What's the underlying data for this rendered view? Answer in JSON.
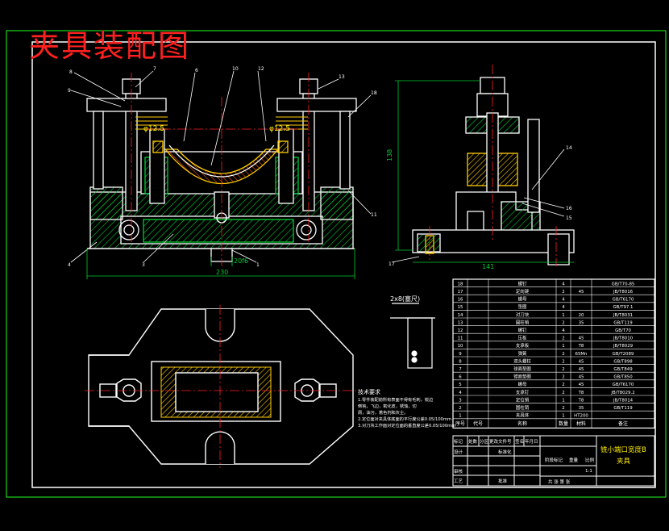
{
  "drawing": {
    "title": "夹具装配图",
    "part_name_line1": "铣小端口宽度B",
    "part_name_line2": "夹具",
    "scale": "1:1",
    "sheet_note": "共 张 第 张"
  },
  "dimensions": {
    "front_width": "230",
    "front_slot": "20f6",
    "side_height": "138",
    "side_width": "141",
    "bore_left": "φ12.5",
    "bore_right": "φ12.5",
    "set_block_label": "2x8(塞尺)"
  },
  "tech_req": {
    "heading": "技术要求",
    "lines": [
      "1.零件装配前所有表面不得有毛刺，锐边",
      "  倒钝，飞边，氧化皮，锈蚀，切",
      "  屑，油污，着色剂和灰尘。",
      "2.定位面对夹具体底面的平行度公差0.05/100mm",
      "3.对刀块工作面对定位面的垂直度公差0.05/100mm"
    ]
  },
  "bom": {
    "header": [
      "序号",
      "代号",
      "名称",
      "数量",
      "材料",
      "备注"
    ],
    "rows": [
      [
        "18",
        "",
        "螺钉",
        "4",
        "",
        "GB/T70-85"
      ],
      [
        "17",
        "",
        "定向键",
        "2",
        "45",
        "JB/T8016"
      ],
      [
        "16",
        "",
        "螺母",
        "4",
        "",
        "GB/T6170"
      ],
      [
        "15",
        "",
        "垫圈",
        "4",
        "",
        "GB/T97.1"
      ],
      [
        "14",
        "",
        "对刀块",
        "1",
        "20",
        "JB/T8031"
      ],
      [
        "13",
        "",
        "圆柱销",
        "2",
        "35",
        "GB/T119"
      ],
      [
        "12",
        "",
        "螺钉",
        "4",
        "",
        "GB/T70"
      ],
      [
        "11",
        "",
        "压板",
        "2",
        "45",
        "JB/T8010"
      ],
      [
        "10",
        "",
        "支承板",
        "1",
        "T8",
        "JB/T8029"
      ],
      [
        "9",
        "",
        "弹簧",
        "2",
        "65Mn",
        "GB/T2089"
      ],
      [
        "8",
        "",
        "双头螺柱",
        "2",
        "45",
        "GB/T898"
      ],
      [
        "7",
        "",
        "球面垫圈",
        "2",
        "45",
        "GB/T849"
      ],
      [
        "6",
        "",
        "锥面垫圈",
        "2",
        "45",
        "GB/T850"
      ],
      [
        "5",
        "",
        "螺母",
        "2",
        "45",
        "GB/T6170"
      ],
      [
        "4",
        "",
        "支承钉",
        "2",
        "T8",
        "JB/T8029.2"
      ],
      [
        "3",
        "",
        "定位销",
        "1",
        "T8",
        "JB/T8014"
      ],
      [
        "2",
        "",
        "圆柱销",
        "2",
        "35",
        "GB/T119"
      ],
      [
        "1",
        "",
        "夹具体",
        "1",
        "HT200",
        ""
      ]
    ]
  },
  "title_block": {
    "r1": [
      "标记",
      "处数",
      "分区",
      "更改文件号",
      "签名",
      "年月日"
    ],
    "r2": [
      "设计",
      "",
      "",
      "标准化",
      "",
      ""
    ],
    "r3": [
      "审核",
      "",
      "",
      "",
      "",
      ""
    ],
    "r4": [
      "工艺",
      "",
      "",
      "批准",
      "",
      ""
    ],
    "stage_label": "阶段标记",
    "weight_label": "重量",
    "scale_label": "比例"
  },
  "colors": {
    "frame": "#22ff22",
    "body": "#ffffff",
    "green": "#00cc33",
    "hatch": "#ff3300",
    "red": "#ff2020",
    "yellow": "#ffee00",
    "cyan": "#00e5ff",
    "magenta": "#ff44ff"
  }
}
